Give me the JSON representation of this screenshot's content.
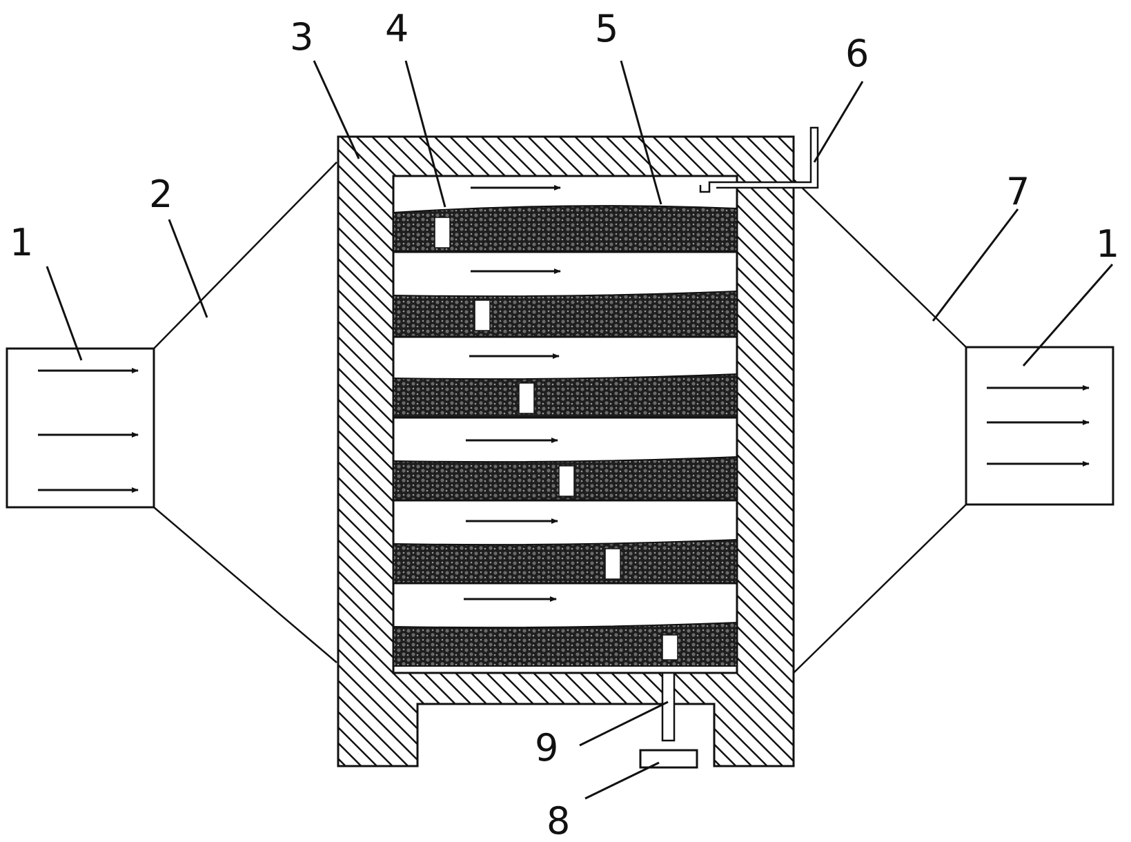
{
  "labels": {
    "l1_left": "1",
    "l2": "2",
    "l3": "3",
    "l4": "4",
    "l5": "5",
    "l6": "6",
    "l7": "7",
    "l1_right": "1",
    "l8": "8",
    "l9": "9"
  },
  "colors": {
    "line": "#111111",
    "background": "#ffffff",
    "media": "#1e1e1e",
    "channel": "#ffffff"
  },
  "layers": 6
}
